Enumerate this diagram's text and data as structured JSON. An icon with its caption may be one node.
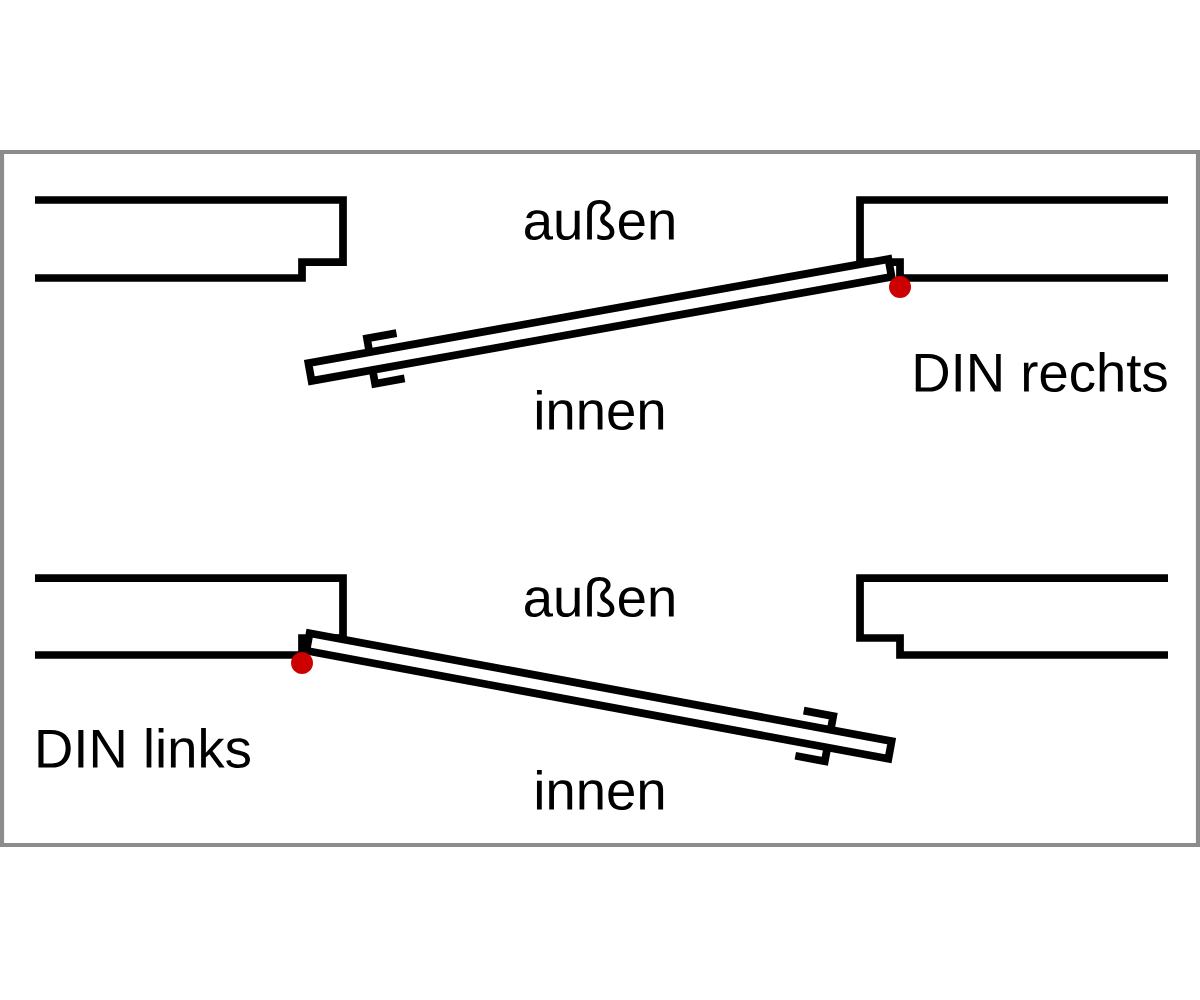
{
  "diagram": {
    "labels": [
      "außen",
      "innen",
      "DIN rechts",
      "außen",
      "innen",
      "DIN links"
    ]
  }
}
